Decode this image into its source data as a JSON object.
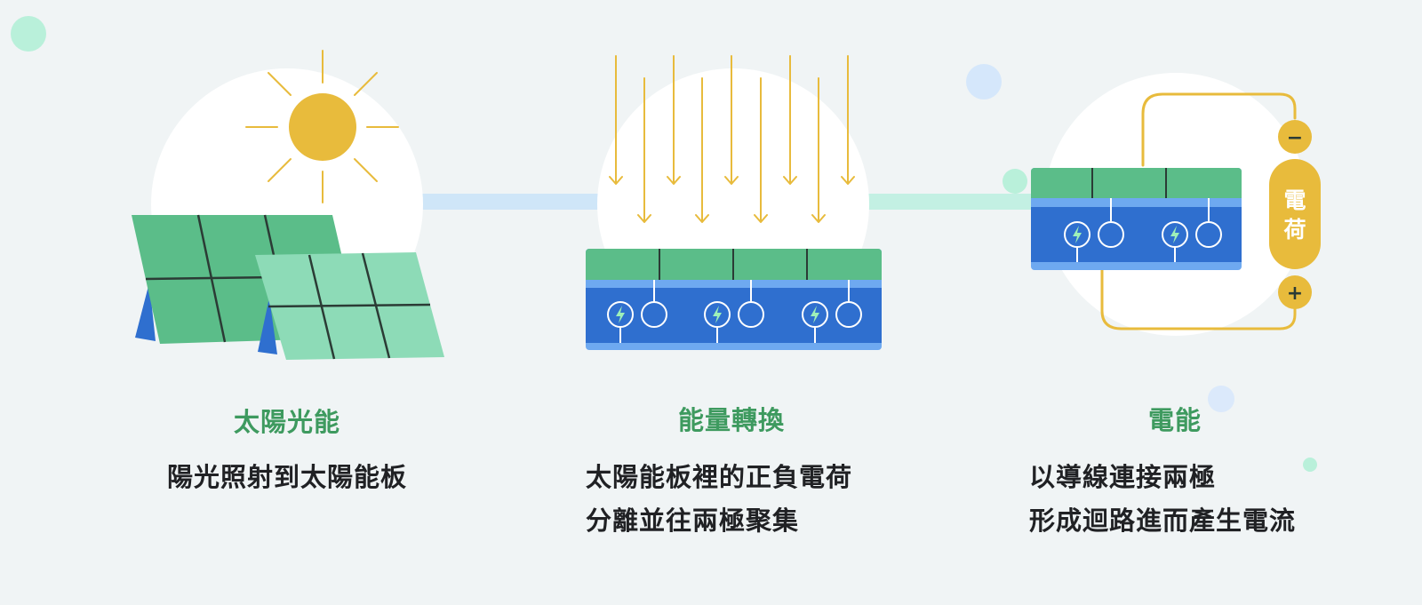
{
  "steps": [
    {
      "title": "太陽光能",
      "lines": [
        "陽光照射到太陽能板"
      ]
    },
    {
      "title": "能量轉換",
      "lines": [
        "太陽能板裡的正負電荷",
        "分離並往兩極聚集"
      ]
    },
    {
      "title": "電能",
      "lines": [
        "以導線連接兩極",
        "形成迴路進而產生電流"
      ]
    }
  ],
  "battery": {
    "label_line1": "電",
    "label_line2": "荷",
    "minus_symbol": "−",
    "plus_symbol": "+"
  },
  "colors": {
    "background": "#f0f4f5",
    "title_green": "#3e9a5f",
    "panel_green": "#5bbd89",
    "panel_light_green": "#8ddbb7",
    "cell_blue": "#2f6fcf",
    "cell_light_blue": "#6ea9f0",
    "sun_yellow": "#e8bb3c",
    "connector_blue": "#cfe6f8",
    "connector_mint": "#c3f0e3"
  },
  "icons": [
    "sun-icon",
    "solar-panel-icon",
    "lightning-charge-icon",
    "empty-charge-icon",
    "battery-icon",
    "sunlight-arrow-icon"
  ]
}
